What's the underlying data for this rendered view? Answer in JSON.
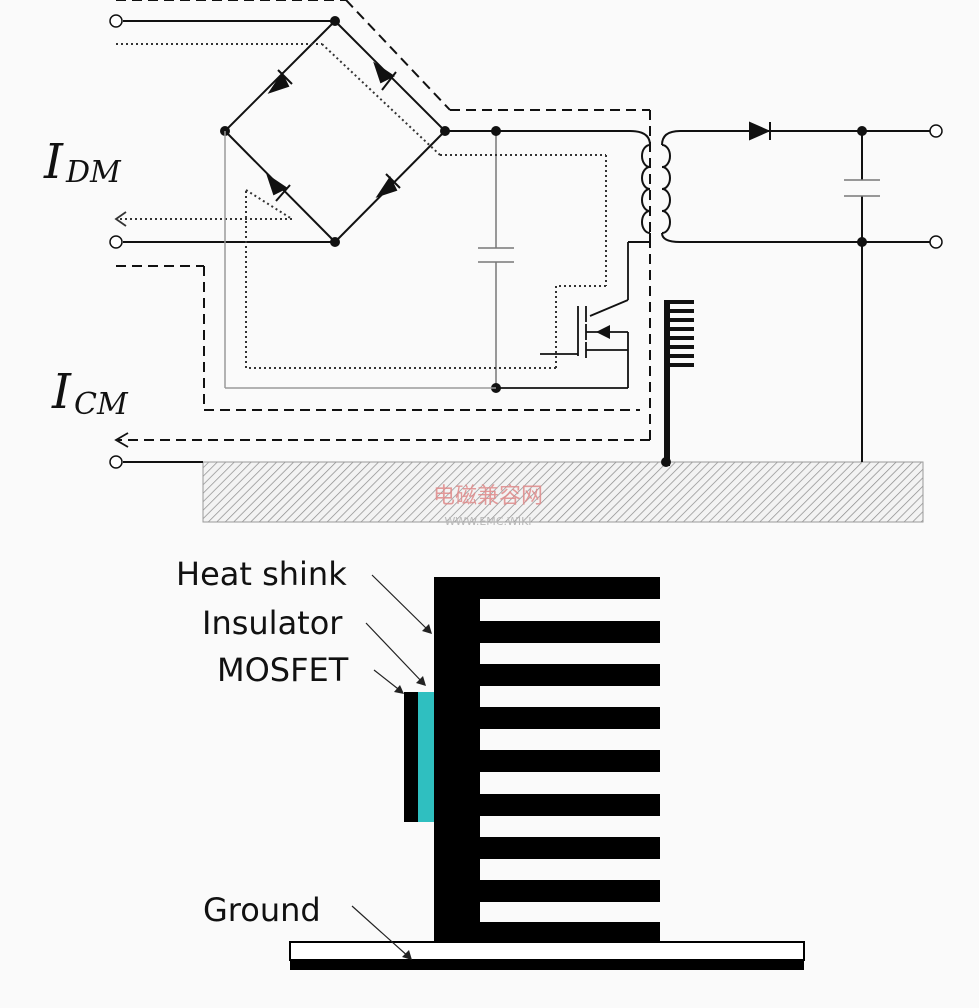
{
  "circuit": {
    "current_labels": {
      "dm_main": "I",
      "dm_sub": "DM",
      "cm_main": "I",
      "cm_sub": "CM"
    },
    "watermark": {
      "line1": "电磁兼容网",
      "line2": "WWW.EMC.WIKI"
    }
  },
  "heatsink_diagram": {
    "labels": {
      "heat_sink": "Heat shink",
      "insulator": "Insulator",
      "mosfet": "MOSFET",
      "ground": "Ground"
    },
    "insulator_color": "#2fbfc0",
    "metal_color": "#000000"
  }
}
